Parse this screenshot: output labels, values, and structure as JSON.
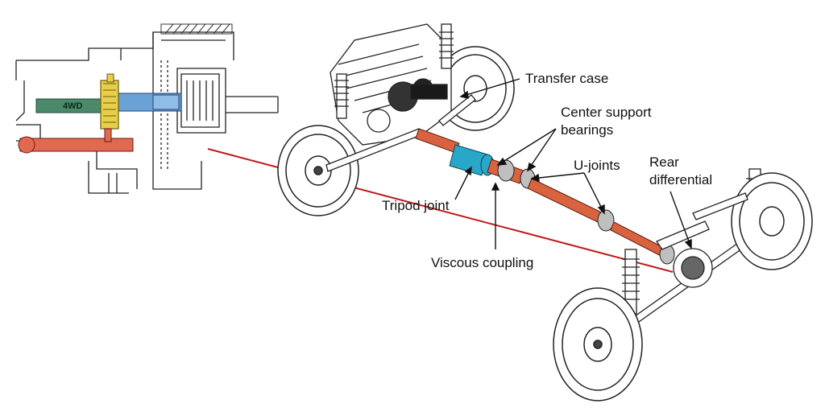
{
  "diagram": {
    "labels": {
      "transfer_case": "Transfer case",
      "center_support_line1": "Center support",
      "center_support_line2": "bearings",
      "u_joints": "U-joints",
      "rear_diff_line1": "Rear",
      "rear_diff_line2": "differential",
      "tripod_joint": "Tripod joint",
      "viscous_coupling": "Viscous coupling",
      "inset_4wd": "4WD"
    },
    "colors": {
      "driveshaft": "#d9623f",
      "viscous_coupling": "#29a7c9",
      "inset_4wd_band": "#4a8a6a",
      "inset_shaft": "#6aa2d8",
      "inset_fork": "#e7cf4a",
      "inset_shift": "#e06a50",
      "pointer_line": "#c01a1a"
    }
  }
}
